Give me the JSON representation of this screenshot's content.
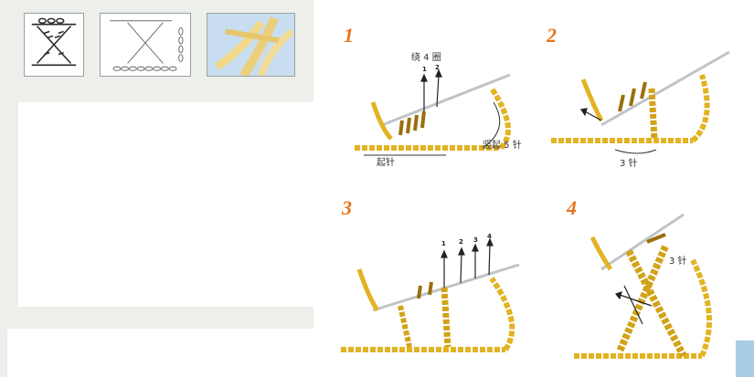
{
  "thumbnails": [
    {
      "name": "crochet-symbol-cross",
      "kind": "symbol"
    },
    {
      "name": "crochet-symbol-cross-chain",
      "kind": "symbol"
    },
    {
      "name": "crochet-photo-sample",
      "kind": "photo"
    }
  ],
  "steps": [
    {
      "number": "1",
      "labels": {
        "wrap": "绕 4 圈",
        "arrow1": "1",
        "arrow2": "2",
        "turn": "竖起 5 针",
        "start": "起针"
      }
    },
    {
      "number": "2",
      "labels": {
        "count": "3 针"
      }
    },
    {
      "number": "3",
      "labels": {
        "arrow1": "1",
        "arrow2": "2",
        "arrow3": "3",
        "arrow4": "4"
      }
    },
    {
      "number": "4",
      "labels": {
        "count": "3 针"
      }
    }
  ],
  "colors": {
    "yarn": "#e2b322",
    "yarn_dark": "#9a6f0c",
    "step_number": "#e8731c",
    "hook": "#bfc4c8"
  }
}
